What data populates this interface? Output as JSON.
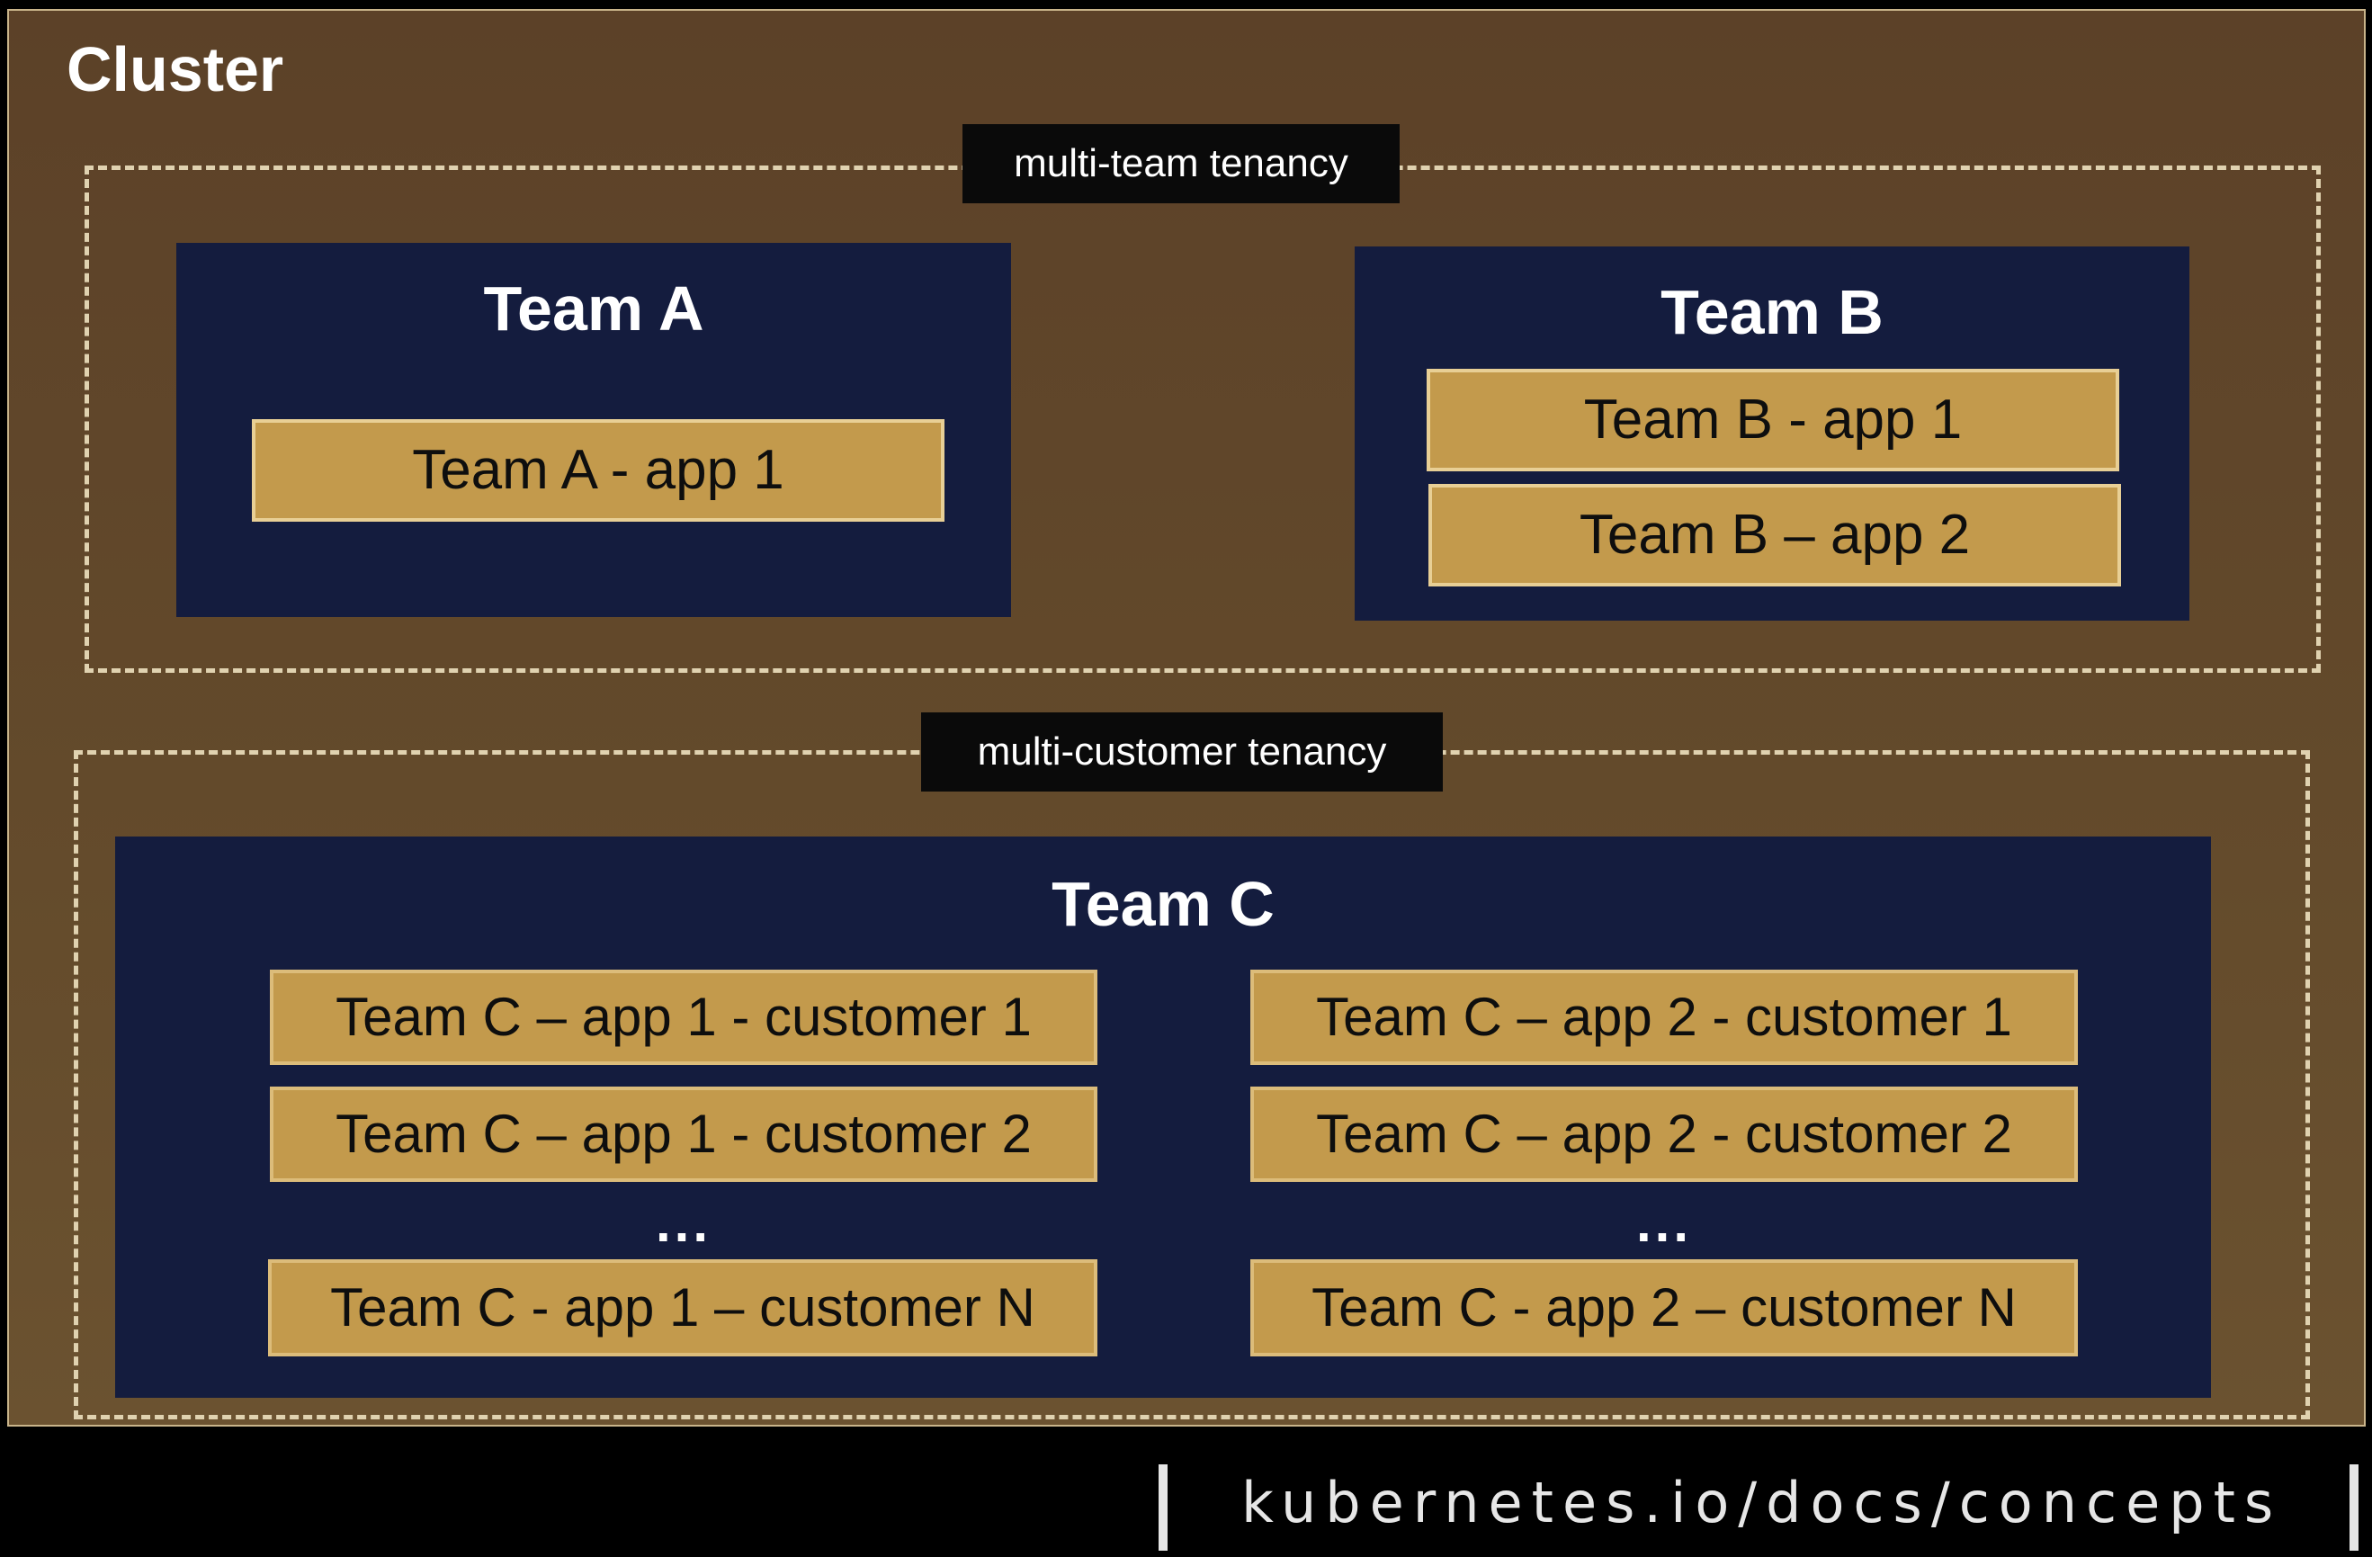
{
  "cluster": {
    "title": "Cluster"
  },
  "multi_team": {
    "label": "multi-team tenancy",
    "team_a": {
      "title": "Team A",
      "apps": [
        "Team A - app 1"
      ]
    },
    "team_b": {
      "title": "Team B",
      "apps": [
        "Team B - app 1",
        "Team B – app 2"
      ]
    }
  },
  "multi_customer": {
    "label": "multi-customer tenancy",
    "team_c": {
      "title": "Team C",
      "app1_column": [
        "Team C – app 1 - customer 1",
        "Team C – app 1 - customer 2",
        "Team C - app 1 – customer N"
      ],
      "app2_column": [
        "Team C – app 2 - customer 1",
        "Team C – app 2 - customer 2",
        "Team C - app 2 – customer N"
      ],
      "ellipsis": "..."
    }
  },
  "footer": {
    "text": "kubernetes.io/docs/concepts"
  },
  "colors": {
    "cluster_bg": "#5c4128",
    "team_bg": "#141c3e",
    "app_bg": "#c39a4c",
    "app_border": "#e8cf95",
    "label_bg": "#0a0a0a"
  }
}
